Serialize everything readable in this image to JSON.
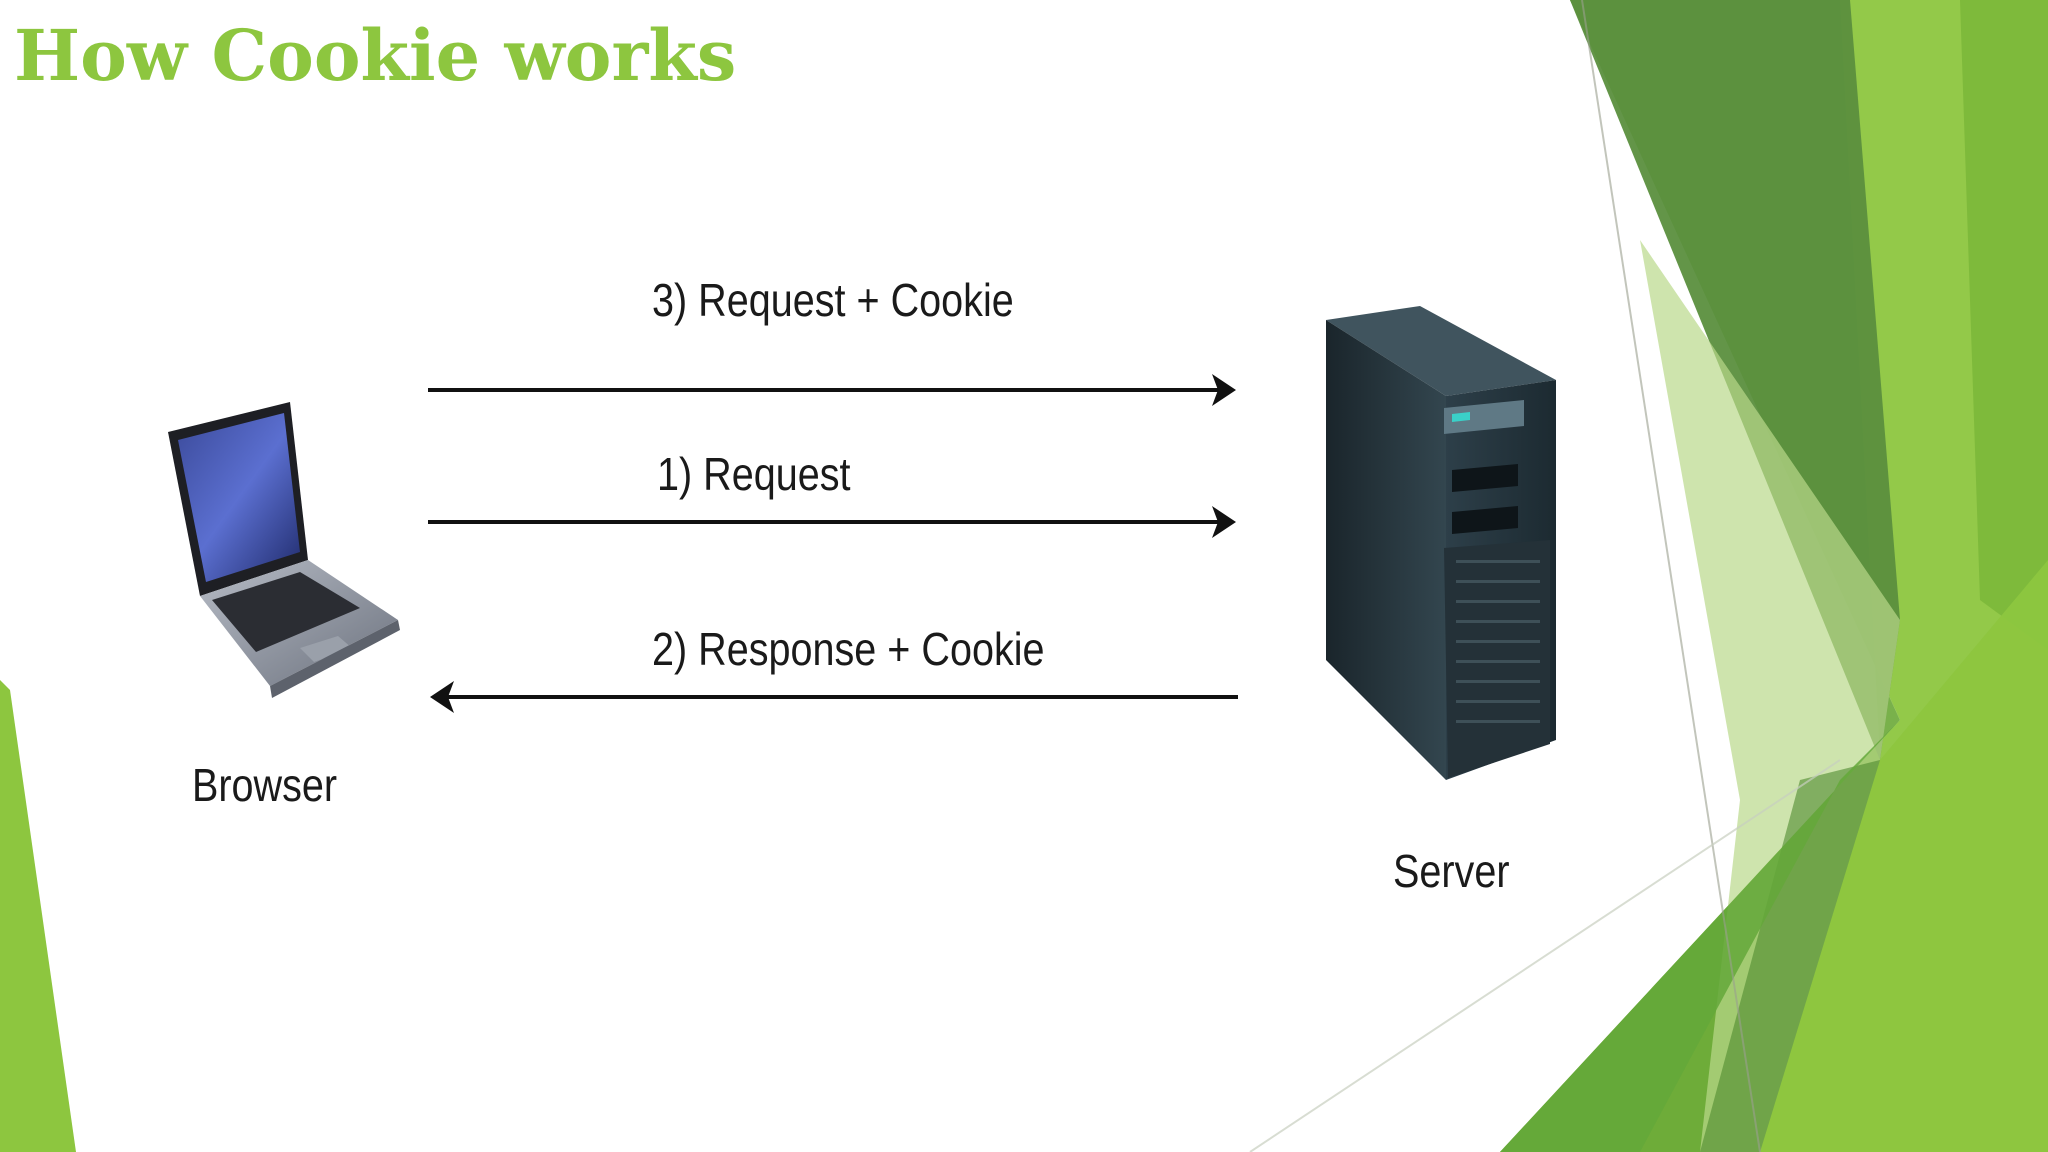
{
  "slide": {
    "title": "How Cookie works",
    "accent_color": "#8dc63f"
  },
  "diagram": {
    "nodes": [
      {
        "id": "browser",
        "label": "Browser",
        "icon": "laptop-icon"
      },
      {
        "id": "server",
        "label": "Server",
        "icon": "server-tower-icon"
      }
    ],
    "edges": [
      {
        "from": "browser",
        "to": "server",
        "label": "3) Request + Cookie"
      },
      {
        "from": "browser",
        "to": "server",
        "label": "1) Request"
      },
      {
        "from": "server",
        "to": "browser",
        "label": "2) Response + Cookie"
      }
    ]
  }
}
